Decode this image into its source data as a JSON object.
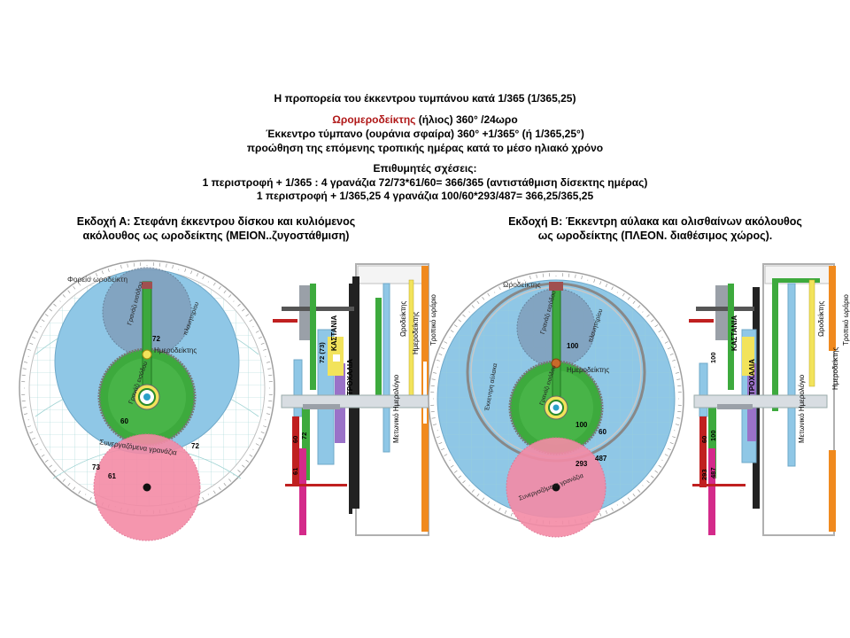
{
  "header": {
    "title": "Η προπορεία του έκκεντρου τυμπάνου κατά 1/365 (1/365,25)",
    "line2_red": "Ωρομεροδείκτης",
    "line2_rest": " (ήλιος) 360° /24ωρο",
    "line3": "Έκκεντρο τύμπανο (ουράνια σφαίρα) 360° +1/365° (ή 1/365,25°)",
    "line4": "προώθηση της επόμενης τροπικής ημέρας κατά το μέσο ηλιακό χρόνο",
    "line5": "Επιθυμητές σχέσεις:",
    "line6": "1 περιστροφή + 1/365 :   4 γρανάζια  72/73*61/60= 366/365 (αντιστάθμιση δίσεκτης ημέρας)",
    "line7": "1 περιστροφή + 1/365,25    4 γρανάζια 100/60*293/487= 366,25/365,25"
  },
  "versionA": {
    "caption1": "Εκδοχή Α: Στεφάνη έκκεντρου δίσκου και κυλιόμενος",
    "caption2": "ακόλουθος ως ωροδείκτης (ΜΕΙΟΝ..ζυγοστάθμιση)",
    "labels": {
      "forio": "Φορείο ωροδείκτη",
      "planet": "πλανητηρίου",
      "gear_input": "Γρανάζι εισόδου",
      "hmero": "Ημεροδείκτης",
      "gear_input2": "Γρανάζι εισόδου",
      "synt": "Συνεργαζόμενα γρανάζια",
      "n72a": "72",
      "n72b": "72",
      "n60": "60",
      "n73": "73",
      "n61": "61"
    },
    "side": {
      "kastania": "ΚΑΣΤΑΝΙΑ",
      "trochalia": "ΤΡΟΧΑΛΙΑ",
      "orodeiktis": "Ωροδείκτης",
      "hmerodeiktis": "Ημεροδείκτης",
      "tropiko": "Τροπικό ωράριο",
      "metoniko": "Μετωνικό Ημερολόγιο",
      "n72_73": "72 (73)",
      "n60": "60",
      "n72": "72",
      "n61": "61"
    }
  },
  "versionB": {
    "caption1": "Εκδοχή Β: Έκκεντρη αύλακα και ολισθαίνων ακόλουθος",
    "caption2": "ως ωροδείκτης (ΠΛΕΟΝ. διαθέσιμος χώρος).",
    "labels": {
      "orodeiktis": "Ωροδείκτης",
      "planet": "πλανητηρίου",
      "gear_input": "Γρανάζι εισόδου",
      "hmero": "Ημεροδείκτης",
      "ekkentri": "Έκκεντρη αύλακα",
      "gear_input2": "Γρανάζι εισόδου",
      "synt": "Συνεργαζόμενα γρανάζια",
      "n100a": "100",
      "n100b": "100",
      "n60": "60",
      "n293": "293",
      "n487": "487"
    },
    "side": {
      "kastania": "ΚΑΣΤΑΝΙΑ",
      "trochalia": "ΤΡΟΧΑΛΙΑ",
      "orodeiktis": "Ωροδείκτης",
      "hmerodeiktis": "Ημεροδείκτης",
      "tropiko": "Τροπικό ωράριο",
      "metoniko": "Μετωνικό Ημερολόγιο",
      "n100": "100",
      "n60": "60",
      "n100b": "100",
      "n293": "293",
      "n487": "487"
    }
  },
  "colors": {
    "blue": "#8fc7e6",
    "green": "#3daa3d",
    "pink": "#f48ba6",
    "gray": "#9aa0a8",
    "orange": "#f08a1e",
    "purple": "#9a72c8",
    "yellow": "#f2e35b",
    "magenta": "#d42a8a",
    "darkred": "#c02020"
  }
}
